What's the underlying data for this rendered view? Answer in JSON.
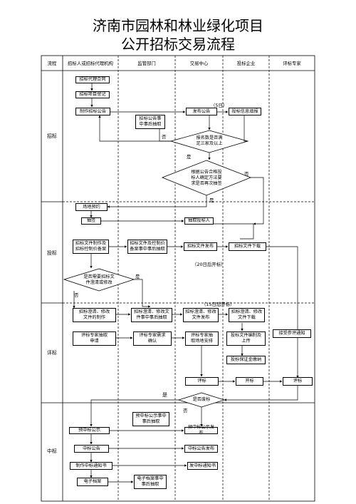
{
  "title": {
    "line1": "济南市园林和林业绿化项目",
    "line2": "公开招标交易流程"
  },
  "columns": [
    "流程",
    "招标人或招标代理机构",
    "监管部门",
    "交易中心",
    "投标企业",
    "评标专家"
  ],
  "stages": [
    "招标",
    "投标",
    "评标",
    "中标"
  ],
  "nodes": {
    "agency_contract": "招标代理合同",
    "project_register": "招标项目登记",
    "make_notice": "制作招标公告",
    "notice_record": "招标公告事\n中事后抽取",
    "publish_notice": "发布公告",
    "bid_info_register": "投标信息填报",
    "check_count": "报名数是否满\n足三家及以上",
    "check_law": "根据公告合格投\n标人确定方法要\n求是否再次抽签",
    "book_venue": "场地预约",
    "draw_lots": "抽签",
    "draw_bidders": "抽取投标人",
    "make_docs": "招标文件制作及\n招标控制价备案",
    "docs_record": "招标文件及控制价\n备案事中事后抽取",
    "publish_docs": "招标文件发布",
    "download_docs": "招标文件下载",
    "check_clarify": "是否需要招标文\n件澄清或修改",
    "make_clarify": "招标澄清、修改\n文件的制作",
    "clarify_record": "招标澄清、修改文\n件事中事后抽取",
    "publish_clarify": "招标澄清、修改\n文件发布",
    "download_clarify": "招标澄清、修改\n文件下载",
    "expert_apply": "评标专家抽取\n申请",
    "expert_confirm": "评标专家需求\n确认",
    "expert_draw": "评标专家抽\n取场地安排",
    "upload_bid": "投标文件编制及\n上传",
    "receive_notice": "接受参评通知",
    "deposit": "投标保证金缴纳",
    "bid_eval_1": "评标",
    "bid_open": "开标",
    "bid_eval_2": "评标",
    "check_abandon": "是否废标",
    "candidate_record": "预中标公示事中\n事后抽取",
    "pre_win_notice": "预中标公示",
    "publish_pre_win": "预中标公示发布",
    "win_notice": "中标公告",
    "publish_win": "中标公告发布",
    "make_win_letter": "制作中标通知书",
    "send_win_letter": "发中标通知书",
    "e_archive": "电子档案",
    "archive_record": "电子档案事中\n事后抽取"
  },
  "labels": {
    "days5": "（5日）",
    "days20": "（20日后开标）",
    "days15": "（15日后开标）",
    "no_1": "否",
    "yes_1": "是",
    "no_2": "否",
    "yes_2": "是",
    "yes_3": "是",
    "no_3": "否",
    "yes_4": "是",
    "no_4": "否"
  }
}
